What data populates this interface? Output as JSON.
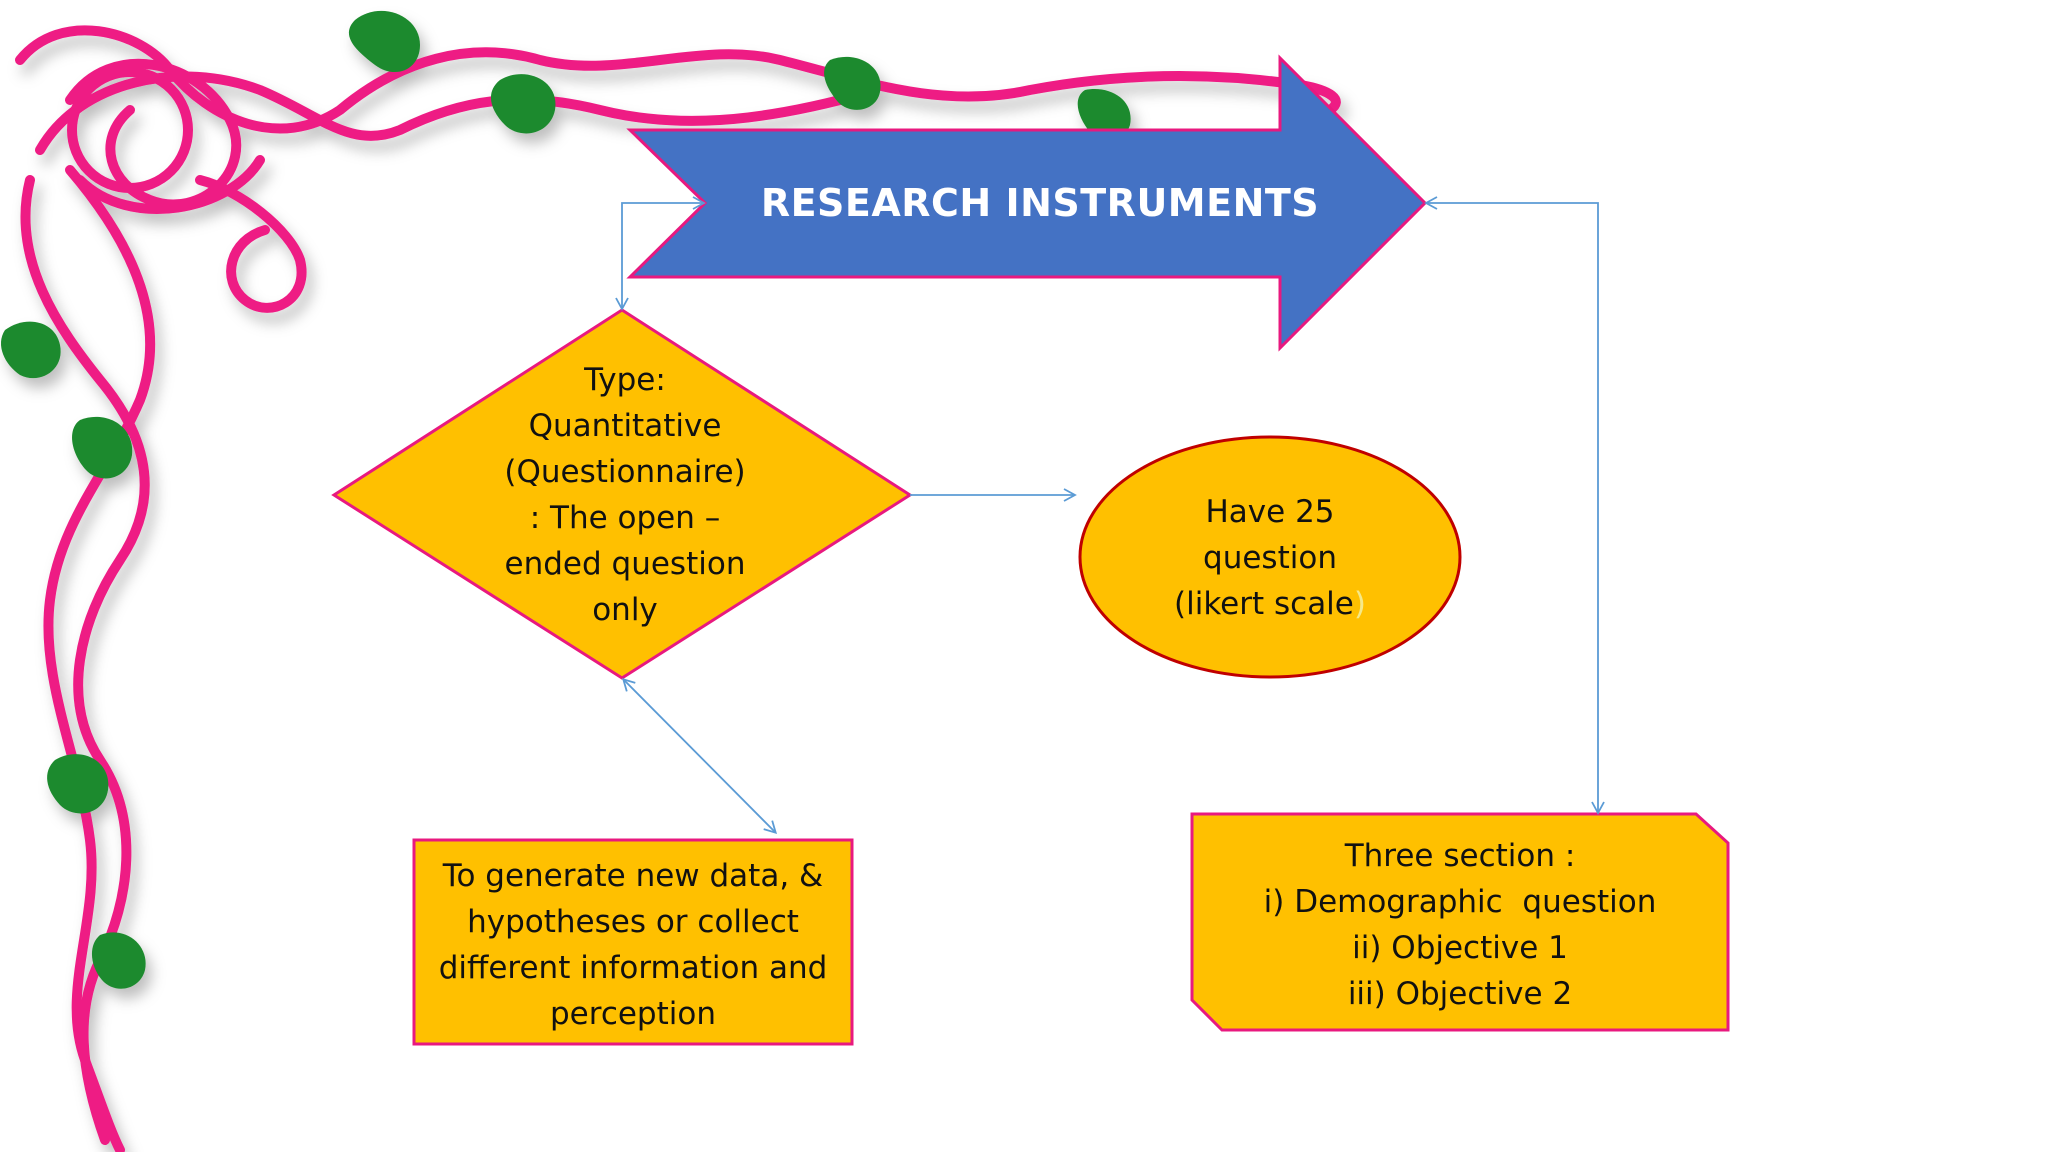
{
  "title": "RESEARCH INSTRUMENTS",
  "nodes": {
    "type_diamond": {
      "lines": [
        "Type:",
        "Quantitative",
        "(Questionnaire)",
        ": The open –",
        "ended question",
        "only"
      ]
    },
    "questions_ellipse": {
      "line1": "Have 25",
      "line2": "question",
      "line3": "(likert scale",
      "line3_paren": ")"
    },
    "purpose_box": {
      "lines": [
        "To generate new data, &",
        "hypotheses or collect",
        "different information and",
        "perception"
      ]
    },
    "sections_box": {
      "lines": [
        "Three section :",
        "i) Demographic  question",
        "ii) Objective 1",
        "iii) Objective 2"
      ]
    }
  },
  "colors": {
    "arrow_fill": "#4472c4",
    "arrow_stroke": "#e8197f",
    "shape_fill": "#ffc000",
    "shape_stroke": "#e8197f",
    "ellipse_stroke": "#c00000",
    "connector": "#5b9bd5",
    "vine": "#ee1f84",
    "leaf": "#1e8a2e"
  },
  "decoration": {
    "icon": "pink-celtic-vine-border-icon"
  }
}
